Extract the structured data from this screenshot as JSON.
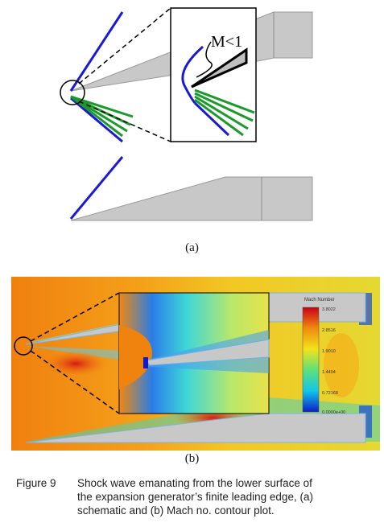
{
  "figure": {
    "schematic": {
      "panel_label": "(a)",
      "inset_annotation": "M<1"
    },
    "contour": {
      "panel_label": "(b)",
      "legend": {
        "title": "Mach Number",
        "ticks": [
          "3.8022",
          "2.8516",
          "1.9010",
          "1.4404",
          "0.72168",
          "0.0000e+00"
        ]
      }
    },
    "caption": {
      "label": "Figure 9",
      "line1": "Shock wave emanating from the lower surface of",
      "line2": "the expansion generator’s finite leading edge, (a)",
      "line3": "schematic and (b) Mach no. contour plot."
    }
  }
}
